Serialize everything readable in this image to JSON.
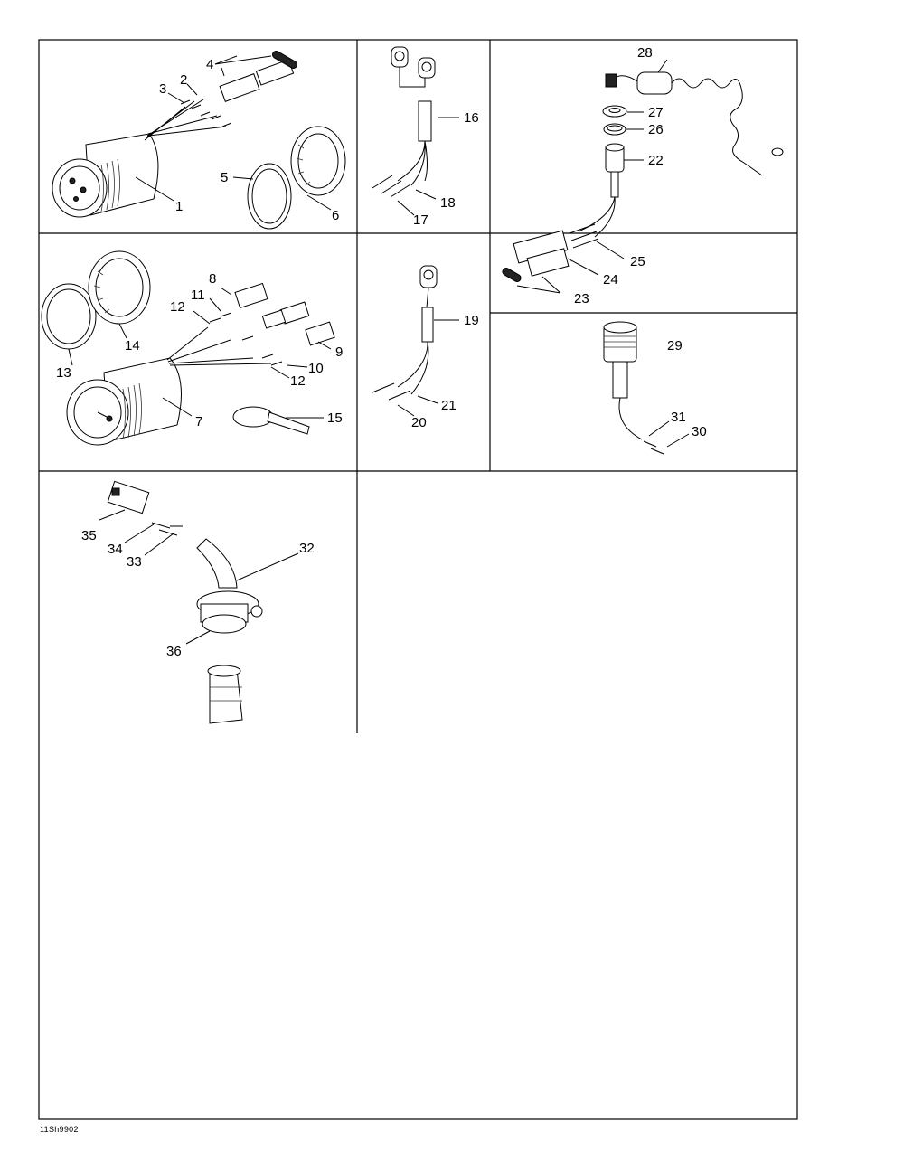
{
  "callouts": {
    "c1": "1",
    "c2": "2",
    "c3": "3",
    "c4": "4",
    "c5": "5",
    "c6": "6",
    "c7": "7",
    "c8": "8",
    "c9": "9",
    "c10": "10",
    "c11": "11",
    "c12a": "12",
    "c12b": "12",
    "c13": "13",
    "c14": "14",
    "c15": "15",
    "c16": "16",
    "c17": "17",
    "c18": "18",
    "c19": "19",
    "c20": "20",
    "c21": "21",
    "c22": "22",
    "c23": "23",
    "c24": "24",
    "c25": "25",
    "c26": "26",
    "c27": "27",
    "c28": "28",
    "c29": "29",
    "c30": "30",
    "c31": "31",
    "c32": "32",
    "c33": "33",
    "c34": "34",
    "c35": "35",
    "c36": "36"
  },
  "drawing_code": "11Sh9902"
}
